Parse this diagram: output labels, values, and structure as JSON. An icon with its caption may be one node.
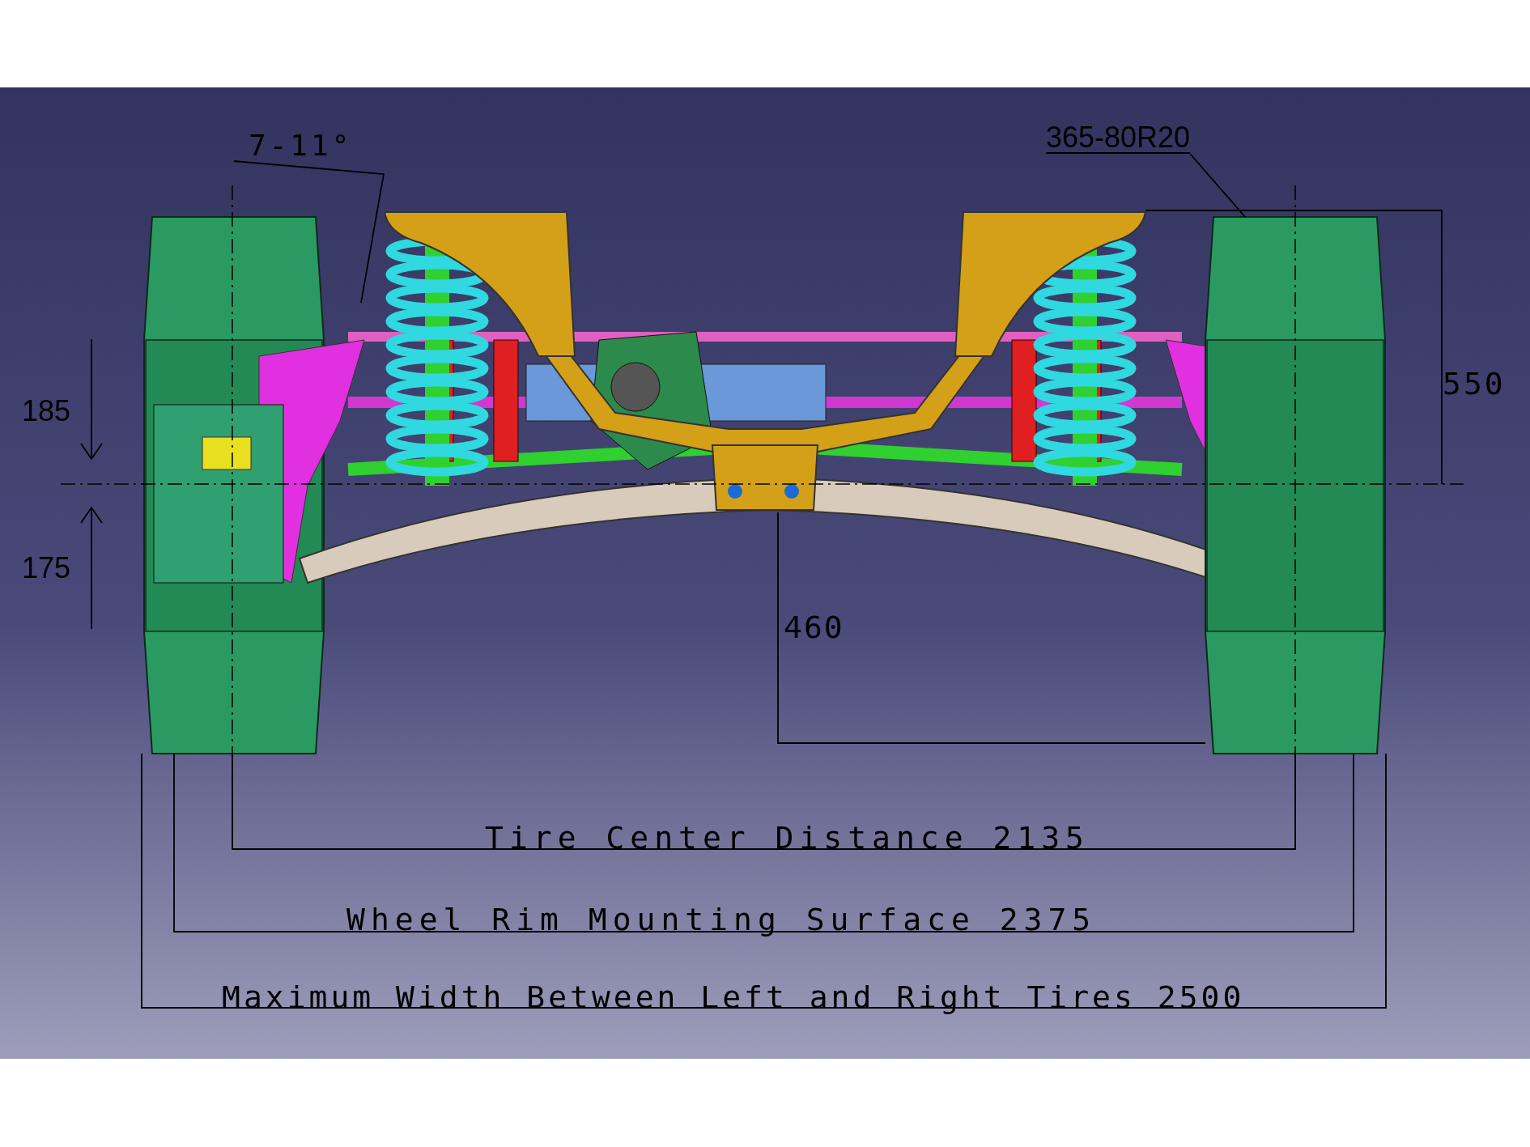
{
  "diagram": {
    "nodes": [
      {
        "text": [
          "365-80R20"
        ]
      },
      {
        "text": [],
        "shape": "picture"
      }
    ],
    "edges": [
      {
        "from": 0,
        "to": 1,
        "arrow": "none"
      }
    ],
    "labels": [
      "7-11°",
      "550",
      "185",
      "175",
      "460",
      "Tire Center Distance 2135",
      "Wheel Rim Mounting Surface 2375",
      "Maximum Width Between Left and Right Tires 2500"
    ]
  }
}
